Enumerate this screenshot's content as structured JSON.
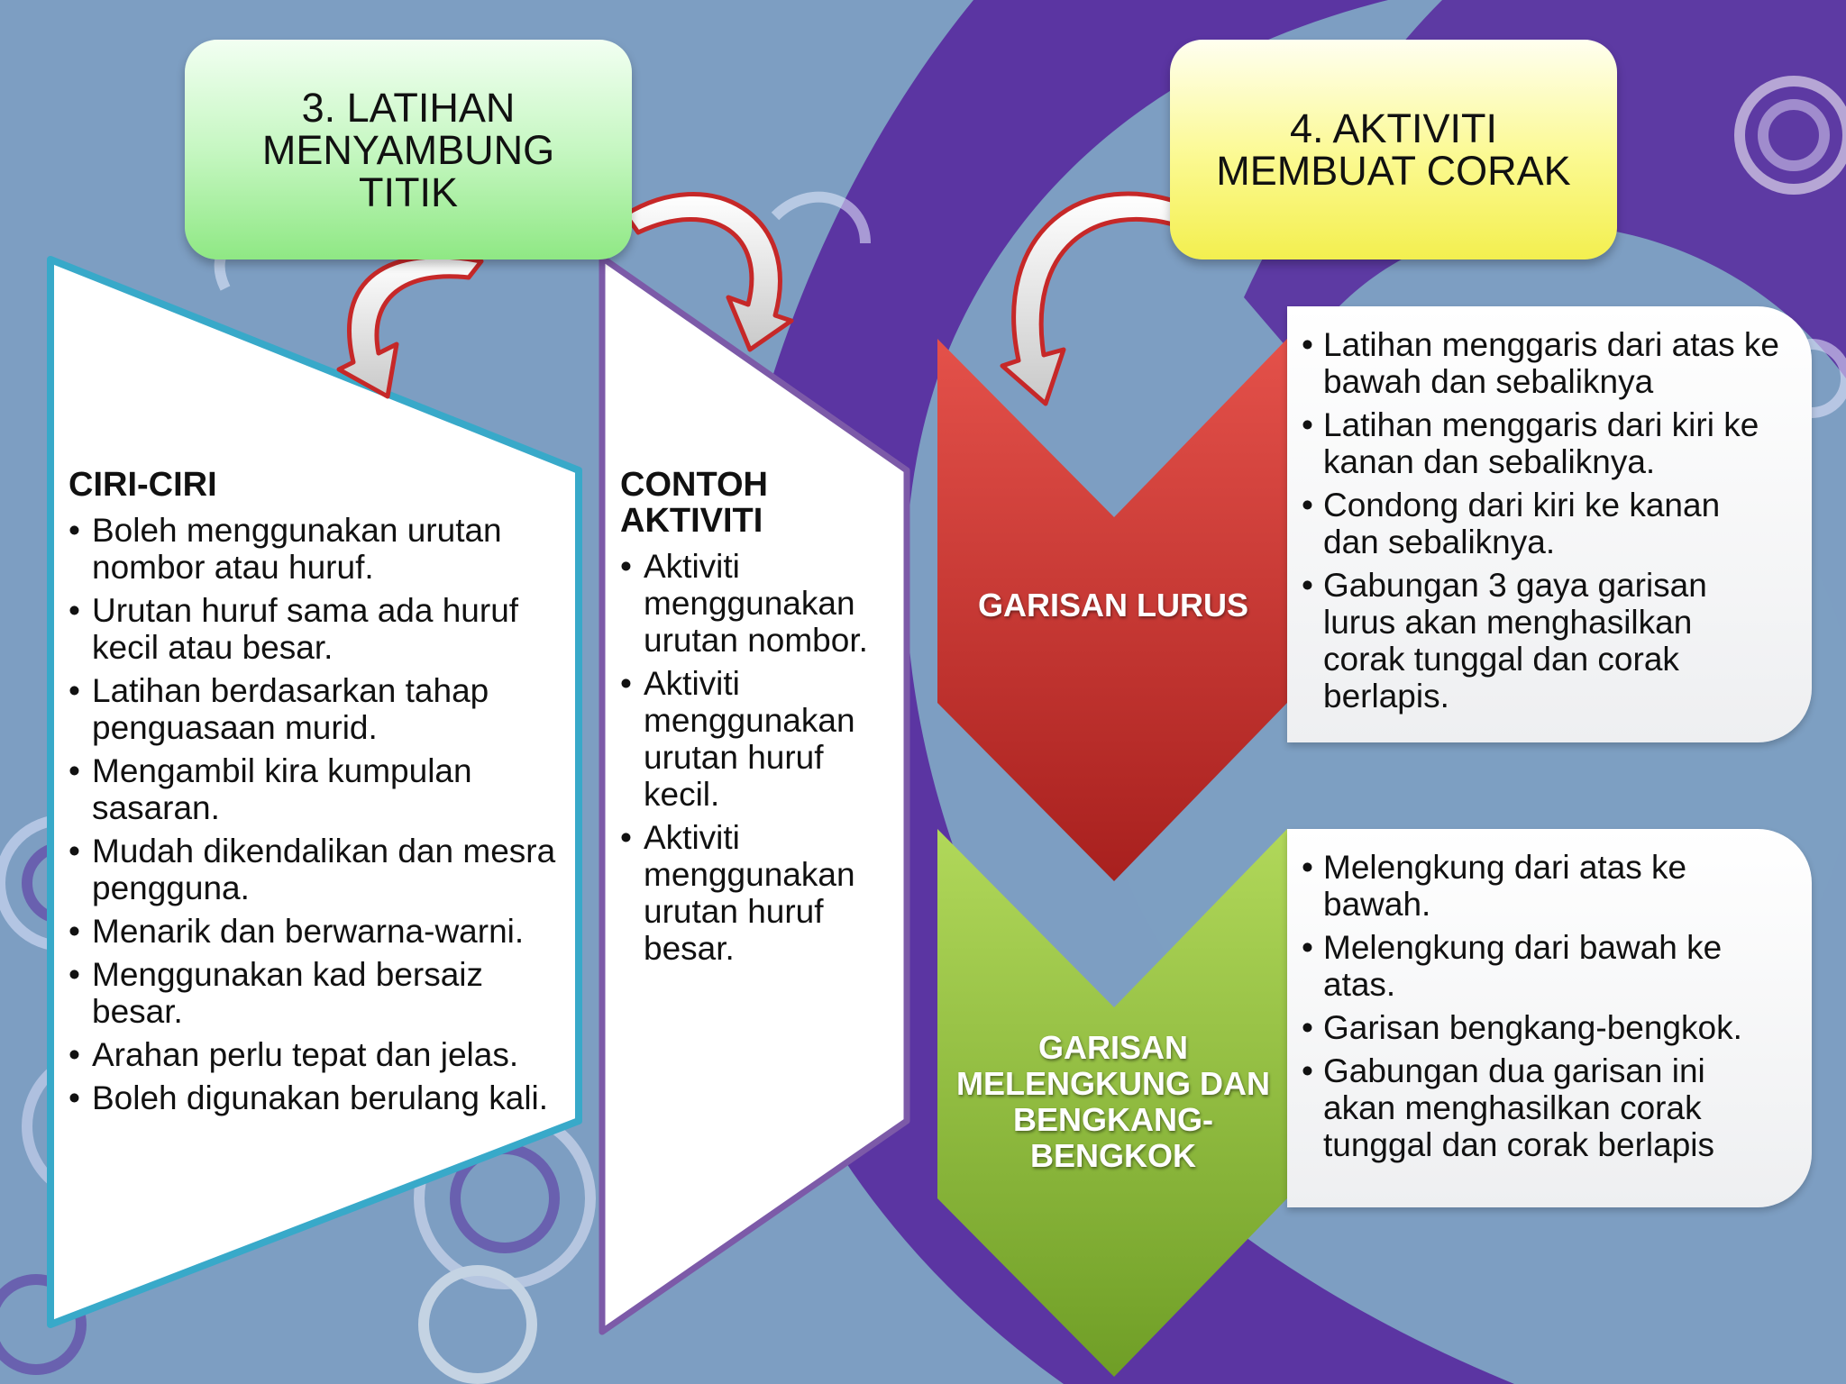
{
  "header_left": {
    "lines": [
      "3.  LATIHAN",
      "MENYAMBUNG",
      "TITIK"
    ]
  },
  "header_right": {
    "lines": [
      "4.  AKTIVITI",
      "MEMBUAT CORAK"
    ]
  },
  "ciri_ciri": {
    "title": "CIRI-CIRI",
    "items": [
      "Boleh menggunakan urutan nombor atau huruf.",
      "Urutan huruf sama ada huruf kecil atau besar.",
      "Latihan berdasarkan tahap penguasaan murid.",
      "Mengambil kira kumpulan sasaran.",
      "Mudah dikendalikan dan mesra pengguna.",
      "Menarik dan berwarna-warni.",
      "Menggunakan kad bersaiz besar.",
      "Arahan perlu tepat dan jelas.",
      "Boleh digunakan berulang kali."
    ]
  },
  "contoh_aktiviti": {
    "title": "CONTOH AKTIVITI",
    "items": [
      "Aktiviti menggunakan urutan nombor.",
      "Aktiviti menggunakan urutan huruf kecil.",
      "Aktiviti menggunakan urutan huruf besar."
    ]
  },
  "garisan_lurus": {
    "label": "GARISAN LURUS",
    "items": [
      "Latihan menggaris dari atas ke bawah dan sebaliknya",
      "Latihan menggaris dari kiri ke kanan dan sebaliknya.",
      "Condong dari kiri ke kanan dan sebaliknya.",
      "Gabungan 3 gaya garisan lurus akan menghasilkan corak tunggal dan corak berlapis."
    ]
  },
  "garisan_melengkung": {
    "label_lines": [
      "GARISAN",
      "MELENGKUNG DAN",
      "BENGKANG-",
      "BENGKOK"
    ],
    "items": [
      "Melengkung dari atas ke bawah.",
      "Melengkung dari bawah ke atas.",
      "Garisan bengkang-bengkok.",
      "Gabungan dua garisan ini akan menghasilkan corak tunggal dan corak berlapis"
    ]
  },
  "colors": {
    "background": "#7d9ec2",
    "swirl_purple": "#5a2fa0",
    "red_chevron": "#c9322f",
    "green_chevron": "#8fbf3a",
    "left_border": "#38a9c9",
    "middle_border": "#7c5aa8",
    "arrow": "#c62828"
  }
}
